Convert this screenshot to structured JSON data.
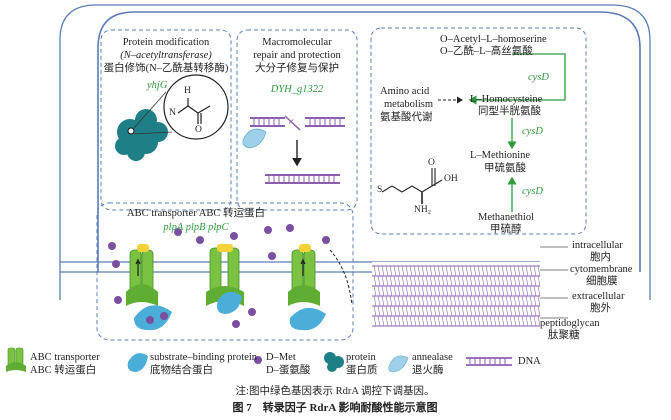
{
  "module_protein": {
    "title_en": "Protein modification",
    "subtitle_en": "(N–acetyltransferase)",
    "title_zh": "蛋白修饰(N–乙酰基转移酶)",
    "gene": "yhjG",
    "struct_h": "H",
    "struct_n": "N",
    "struct_o": "O"
  },
  "module_repair": {
    "title_en_1": "Macromolecular",
    "title_en_2": "repair and protection",
    "title_zh": "大分子修复与保护",
    "gene": "DYH_g1322"
  },
  "module_amino": {
    "label_en_1": "Amino acid",
    "label_en_2": "metabolism",
    "label_zh": "氨基酸代谢",
    "homoserine_en": "O–Acetyl–L–homoserine",
    "homoserine_zh": "O–乙酰–L–高丝氨酸",
    "homocysteine_en": "L–Homocysteine",
    "homocysteine_zh": "同型半胱氨酸",
    "methionine_en": "L–Methionine",
    "methionine_zh": "甲硫氨酸",
    "methanethiol_en": "Methanethiol",
    "methanethiol_zh": "甲硫醇",
    "gene": "cysD",
    "struct_s": "S",
    "struct_oh": "OH",
    "struct_o": "O",
    "struct_nh2": "NH₂"
  },
  "module_abc": {
    "title": "ABC transporter ABC 转运蛋白",
    "genes": "plpA plpB plpC"
  },
  "membrane_labels": {
    "intracellular_en": "intracellular",
    "intracellular_zh": "胞内",
    "cytomembrane_en": "cytomembrane",
    "cytomembrane_zh": "细胞膜",
    "extracellular_en": "extracellular",
    "extracellular_zh": "胞外",
    "peptidoglycan_en": "peptidoglycan",
    "peptidoglycan_zh": "肽聚糖"
  },
  "legend": [
    {
      "en": "ABC transporter",
      "zh": "ABC 转运蛋白",
      "icon": "abc-transporter-icon"
    },
    {
      "en": "substrate–binding protein",
      "zh": "底物结合蛋白",
      "icon": "substrate-binding-protein-icon"
    },
    {
      "en": "D–Met",
      "zh": "D–蛋氨酸",
      "icon": "d-met-icon"
    },
    {
      "en": "protein",
      "zh": "蛋白质",
      "icon": "protein-icon"
    },
    {
      "en": "annealase",
      "zh": "退火酶",
      "icon": "annealase-icon"
    },
    {
      "en": "DNA",
      "zh": "",
      "icon": "dna-icon"
    }
  ],
  "note": "注:图中绿色基因表示 RdrA 调控下调基因。",
  "caption": "图 7　转录因子 RdrA 影响耐酸性能示意图",
  "colors": {
    "frame": "#5b7cb4",
    "gene_green": "#2e9a3c",
    "transporter_green": "#7cc242",
    "transporter_dark": "#3f8f2a",
    "substrate_blue": "#4aaed8",
    "dmet_purple": "#7a4fa0",
    "protein_teal": "#1f7f86",
    "dna_purple": "#8b5fb0",
    "annealase_blue": "#9fd0ea"
  }
}
